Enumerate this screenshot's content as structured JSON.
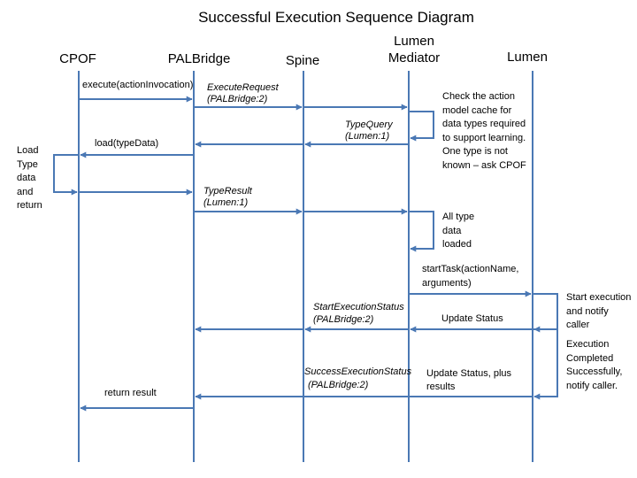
{
  "title": "Successful Execution Sequence Diagram",
  "actors": [
    {
      "id": "cpof",
      "name": "CPOF"
    },
    {
      "id": "palbridge",
      "name": "PALBridge"
    },
    {
      "id": "spine",
      "name": "Spine"
    },
    {
      "id": "mediator",
      "name": "Lumen\nMediator"
    },
    {
      "id": "lumen",
      "name": "Lumen"
    }
  ],
  "messages": {
    "execute": "execute(actionInvocation)",
    "execute_request": "ExecuteRequest",
    "execute_request_sub": "(PALBridge:2)",
    "type_query": "TypeQuery",
    "type_query_sub": "(Lumen:1)",
    "load": "load(typeData)",
    "type_result": "TypeResult",
    "type_result_sub": "(Lumen:1)",
    "start_task_1": "startTask(actionName,",
    "start_task_2": "arguments)",
    "start_status": "StartExecutionStatus",
    "start_status_sub": "(PALBridge:2)",
    "update_status": "Update Status",
    "success_status": "SuccessExecutionStatus",
    "success_status_sub": "(PALBridge:2)",
    "update_status_plus_1": "Update Status, plus",
    "update_status_plus_2": "results",
    "return_result": "return result"
  },
  "notes": {
    "cache_check": [
      "Check the action",
      "model cache for",
      "data types required",
      "to support learning.",
      "One type is not",
      "known – ask CPOF"
    ],
    "load_type": [
      "Load",
      "Type",
      "data",
      "and",
      "return"
    ],
    "all_type": [
      "All type",
      "data",
      "loaded"
    ],
    "start_exec": [
      "Start execution",
      "and notify",
      "caller"
    ],
    "completed": [
      "Execution",
      "Completed",
      "Successfully,",
      "notify caller."
    ]
  }
}
